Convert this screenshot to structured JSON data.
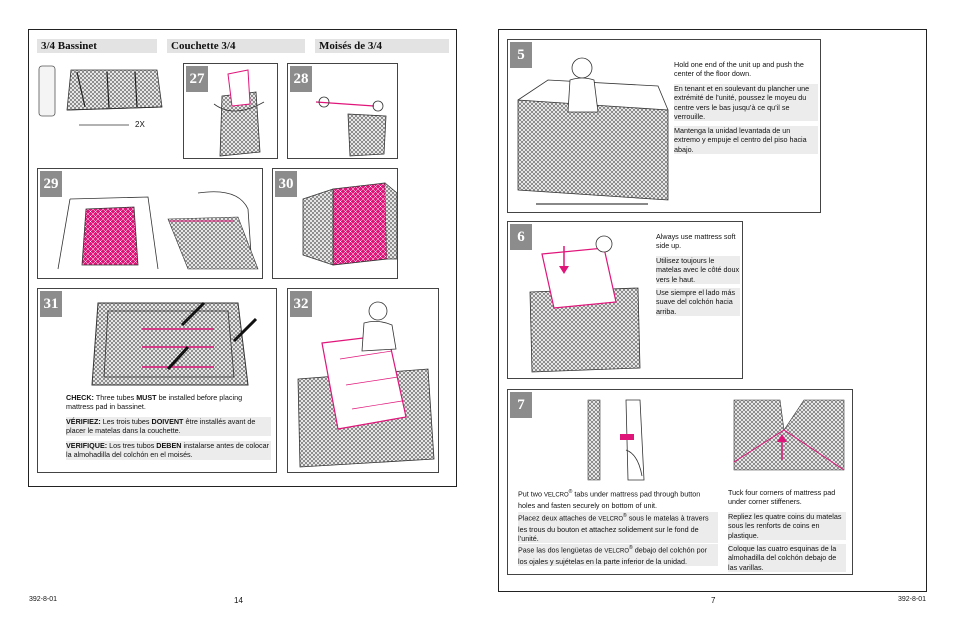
{
  "left_page": {
    "headers": [
      "3/4 Bassinet",
      "Couchette 3/4",
      "Moisés de 3/4"
    ],
    "qty_label": "2X",
    "steps": [
      "27",
      "28",
      "29",
      "30",
      "31",
      "32"
    ],
    "check": {
      "en_label": "CHECK:",
      "en_pre": "Three tubes",
      "en_bold": "MUST",
      "en_post": "be installed before placing mattress pad in bassinet.",
      "fr_label": "VÉRIFIEZ:",
      "fr_pre": "Les trois tubes",
      "fr_bold": "DOIVENT",
      "fr_post": "être installés avant de placer le matelas dans la couchette.",
      "es_label": "VERIFIQUE:",
      "es_pre": "Los tres tubos",
      "es_bold": "DEBEN",
      "es_post": "instalarse antes de colocar la almohadilla del colchón en el moisés."
    },
    "footer_code": "392-8-01",
    "page_number": "14"
  },
  "right_page": {
    "step5": {
      "num": "5",
      "en": "Hold one end of the unit up and push the center of the floor down.",
      "fr": "En tenant et en soulevant du plancher une extrémité de l’unité, poussez le moyeu du centre vers le bas jusqu’à ce qu’il se verrouille.",
      "es": "Mantenga la unidad levantada de un extremo y empuje el centro del piso hacia abajo."
    },
    "step6": {
      "num": "6",
      "en": "Always use mattress soft side up.",
      "fr": "Utilisez toujours le matelas avec le côté doux vers le haut.",
      "es": "Use siempre el lado más suave del colchón hacia arriba."
    },
    "step7": {
      "num": "7",
      "velcro": "VELCRO",
      "reg": "®",
      "left_en_a": "Put two",
      "left_en_b": "tabs under mattress pad through button holes and fasten securely on bottom of unit.",
      "left_fr_a": "Placez deux attaches de",
      "left_fr_b": "sous le matelas à travers les trous du bouton et attachez solidement sur le fond de l’unité.",
      "left_es_a": "Pase las dos lengüetas de",
      "left_es_b": "debajo del colchón por los ojales y sujételas en la parte inferior de la unidad.",
      "right_en": "Tuck four corners of mattress pad under corner stiffeners.",
      "right_fr": "Repliez les quatre coins du matelas sous les renforts de coins en plastique.",
      "right_es": "Coloque las cuatro esquinas de la almohadilla del colchón debajo de las varillas."
    },
    "page_number": "7",
    "footer_code": "392-8-01"
  },
  "colors": {
    "accent": "#e0157a",
    "step_badge": "#8c8c8c",
    "header_bg": "#e3e3e3"
  }
}
